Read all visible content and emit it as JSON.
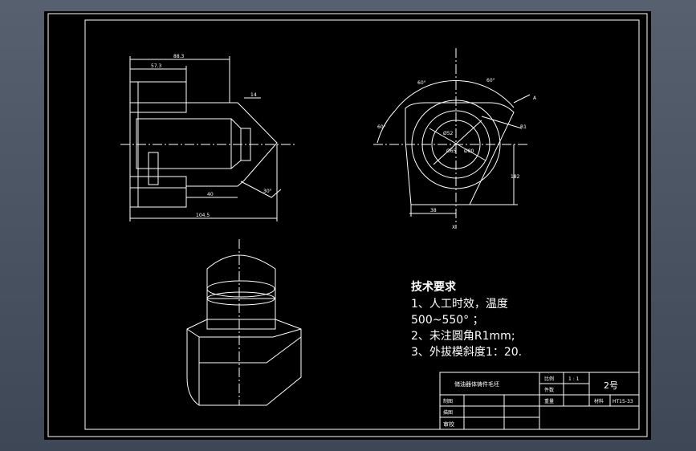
{
  "drawing": {
    "dimensions": {
      "overall_top": "88.3",
      "inner_top": "57.3",
      "chamfer_width": "14",
      "bottom_inner": "40",
      "overall_bottom": "104.5",
      "taper_angle": "30°"
    },
    "circle_view": {
      "angle_top_left": "60°",
      "angle_top_right": "60°",
      "angle_left": "60°",
      "radius_label": "R1",
      "width_label": "38",
      "height_label": "182",
      "diameter_small": "Ø52",
      "diameter_mid": "Ø65",
      "diameter_outer": "Ø80",
      "axis_x": "X",
      "axis_a": "A"
    },
    "tech_requirements": {
      "heading": "技术要求",
      "line1": "1、人工时效，温度",
      "line2": "500~550°  ；",
      "line3": "2、未注圆角R1mm;",
      "line4": "3、外拔模斜度1：20."
    },
    "title_block": {
      "part_name": "储油器体铸件毛坯",
      "scale_label": "比例",
      "scale_value": "1 : 1",
      "count_label": "件数",
      "sheet_number": "2号",
      "weight_label": "重量",
      "material_label": "材料",
      "material_value": "HT15-33",
      "drawn_label": "制图",
      "draft_label": "描图",
      "review_label": "审校"
    }
  }
}
